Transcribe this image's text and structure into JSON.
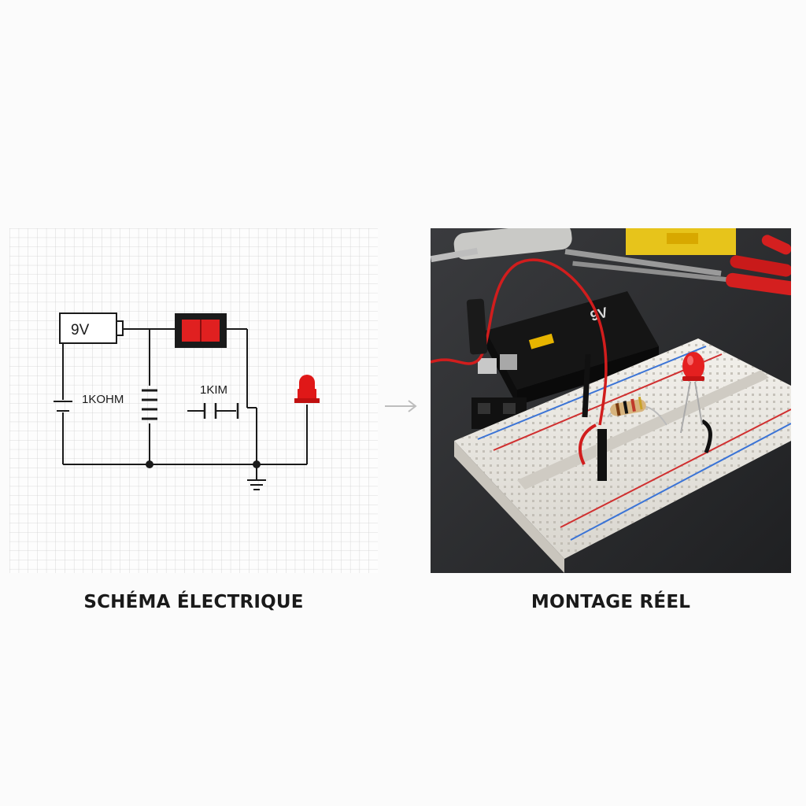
{
  "schematic": {
    "battery_label": "9V",
    "resistor_label": "1KOHM",
    "resistor2_label": "1KIM"
  },
  "photo": {
    "battery_print": "9V"
  },
  "captions": {
    "left": "SCHÉMA ÉLECTRIQUE",
    "right": "MONTAGE RÉEL"
  },
  "colors": {
    "wire": "#1a1a1a",
    "switch_red": "#e02020",
    "led_red": "#e01818",
    "grid": "#cfcfcf",
    "arrow": "#bdbdbd"
  }
}
